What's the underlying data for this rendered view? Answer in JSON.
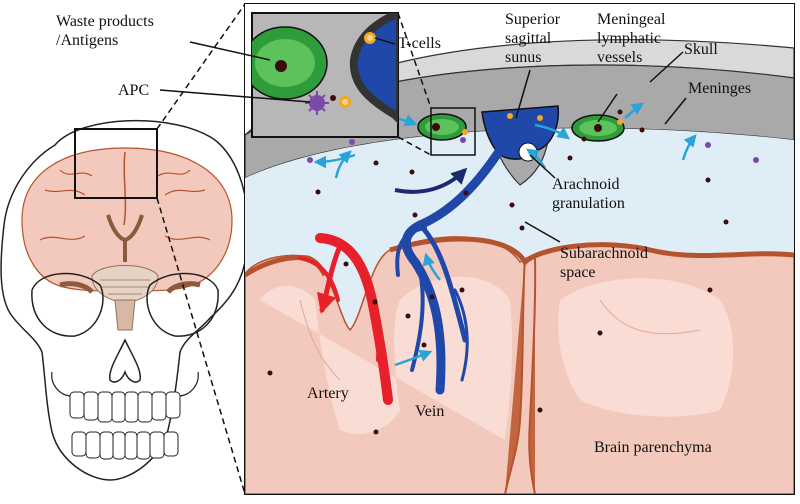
{
  "labels": {
    "waste_products_line1": "Waste products",
    "waste_products_line2": "/Antigens",
    "apc": "APC",
    "t_cells": "T-cells",
    "superior_sinus_line1": "Superior",
    "superior_sinus_line2": "sagittal",
    "superior_sinus_line3": "sunus",
    "meningeal_line1": "Meningeal",
    "meningeal_line2": "lymphatic",
    "meningeal_line3": "vessels",
    "skull": "Skull",
    "meninges": "Meninges",
    "arachnoid_line1": "Arachnoid",
    "arachnoid_line2": "granulation",
    "subarachnoid_line1": "Subarachnoid",
    "subarachnoid_line2": "space",
    "artery": "Artery",
    "vein": "Vein",
    "brain_parenchyma": "Brain parenchyma"
  },
  "colors": {
    "skull_grey": "#d4d4d4",
    "meninges_grey": "#a9a9a9",
    "csf_blue": "#dfeef6",
    "brain_pink": "#f4c9bd",
    "brain_light": "#f9dcd3",
    "sulcus_brown": "#b5532c",
    "artery_red": "#e8202a",
    "vein_blue": "#1f48a8",
    "lymph_green": "#2e9c3a",
    "flow_cyan": "#29a3d8",
    "tcell_orange": "#f5a623",
    "particle_dark": "#3a0c0c",
    "apc_purple": "#7a4aa8"
  }
}
